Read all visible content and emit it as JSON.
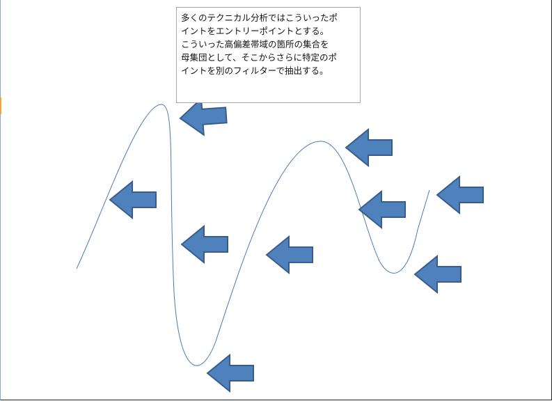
{
  "note": {
    "lines": [
      "多くのテクニカル分析ではこういったポ",
      "イントをエントリーポイントとする。",
      "こういった高偏差帯域の箇所の集合を",
      "母集団として、そこからさらに特定のポ",
      "イントを別のフィルターで抽出する。"
    ]
  },
  "colors": {
    "arrow_fill": "#4f81bd",
    "arrow_stroke": "#385d8a",
    "curve": "#4a7ab5"
  },
  "arrow_count": 9
}
